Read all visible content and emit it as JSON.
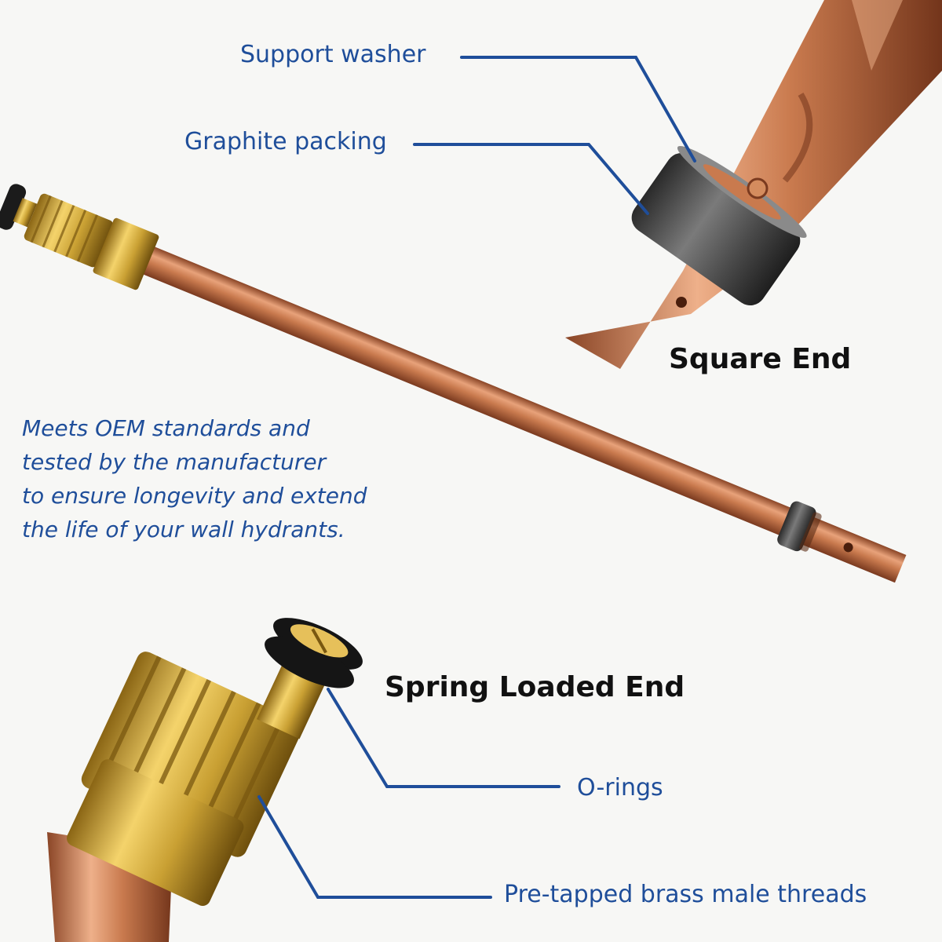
{
  "colors": {
    "callout_text": "#1f4e9a",
    "callout_line": "#1f4e9a",
    "heading_text": "#111111",
    "copper": "#c97a4e",
    "brass": "#c9a033",
    "washer": "#4a4a4a",
    "background": "#f7f7f5"
  },
  "callouts": {
    "support_washer": "Support washer",
    "graphite_packing": "Graphite packing",
    "o_rings": "O-rings",
    "brass_threads": "Pre-tapped brass male threads"
  },
  "headings": {
    "square_end": "Square End",
    "spring_loaded_end": "Spring Loaded End"
  },
  "description": {
    "lines": [
      "Meets OEM standards and",
      "tested by the manufacturer",
      "to ensure longevity and extend",
      "the life of your wall hydrants."
    ]
  }
}
